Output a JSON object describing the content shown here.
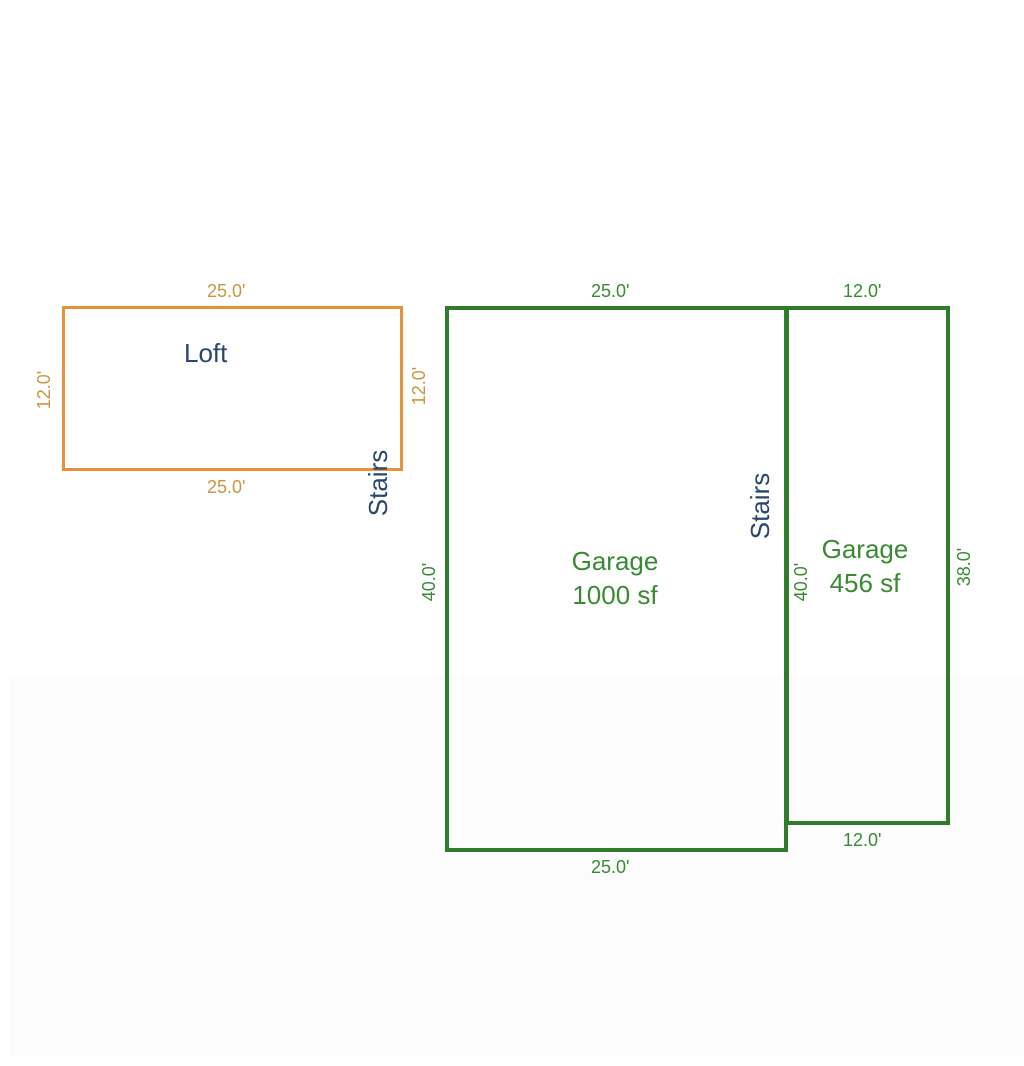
{
  "plan": {
    "loft": {
      "name": "Loft",
      "dims": {
        "top": "25.0'",
        "bottom": "25.0'",
        "left": "12.0'",
        "right": "12.0'"
      },
      "stairs_label": "Stairs"
    },
    "garage_main": {
      "name": "Garage",
      "area": "1000 sf",
      "dims": {
        "top": "25.0'",
        "bottom": "25.0'",
        "left": "40.0'",
        "right": "40.0'"
      },
      "stairs_label": "Stairs"
    },
    "garage_side": {
      "name": "Garage",
      "area": "456 sf",
      "dims": {
        "top": "12.0'",
        "bottom": "12.0'",
        "right": "38.0'"
      }
    }
  },
  "colors": {
    "loft_outline": "#e8913a",
    "loft_dimension_text": "#c9973f",
    "garage_outline": "#2f7d2a",
    "garage_text": "#3a8a34",
    "label_blue": "#28466e"
  }
}
